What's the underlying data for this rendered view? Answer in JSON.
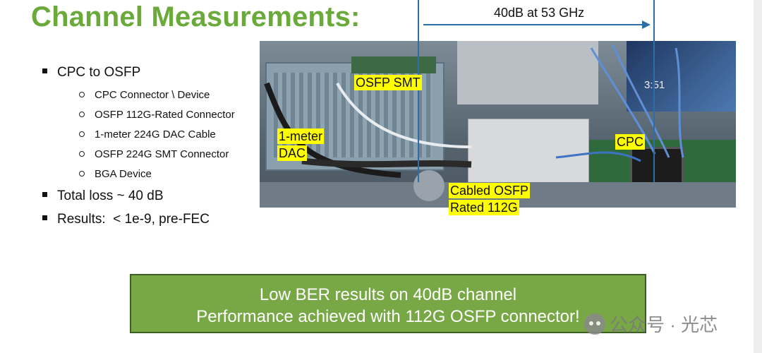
{
  "slide": {
    "title": "Channel Measurements:",
    "bullets": [
      {
        "text": "CPC to OSFP",
        "sub": [
          "CPC Connector \\ Device",
          "OSFP 112G-Rated Connector",
          "1-meter 224G DAC Cable",
          "OSFP 224G SMT Connector",
          "BGA Device"
        ]
      },
      {
        "text": "Total loss ~ 40 dB"
      },
      {
        "text": "Results:  < 1e-9, pre-FEC"
      }
    ]
  },
  "photo": {
    "labels": {
      "osfp_smt": "OSFP SMT",
      "dac_line1": "1-meter",
      "dac_line2": "DAC",
      "cpc": "CPC",
      "cabled_line1": "Cabled OSFP",
      "cabled_line2": "Rated 112G"
    },
    "screen_time": "3:51"
  },
  "measurement": {
    "label": "40dB at 53 GHz"
  },
  "callout": {
    "line1": "Low BER results on 40dB channel",
    "line2": "Performance achieved with 112G OSFP connector!"
  },
  "watermark": {
    "text": "公众号 · 光芯"
  },
  "colors": {
    "title_green": "#6aaa3a",
    "callout_green": "#77a845",
    "arrow_blue": "#2e6ea8",
    "label_yellow": "#ffff00"
  }
}
